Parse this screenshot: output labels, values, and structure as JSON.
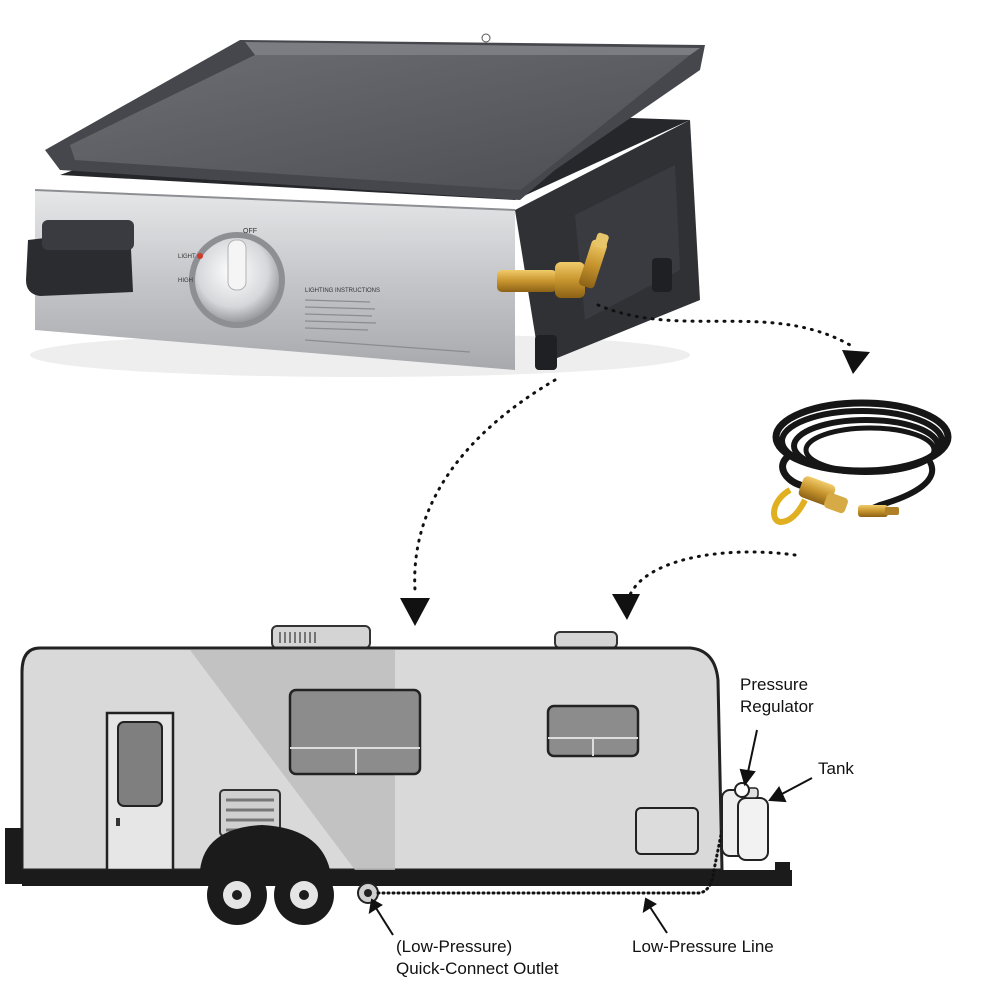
{
  "labels": {
    "pressure_regulator_line1": "Pressure",
    "pressure_regulator_line2": "Regulator",
    "tank": "Tank",
    "outlet_line1": "(Low-Pressure)",
    "outlet_line2": "Quick-Connect Outlet",
    "low_pressure_line": "Low-Pressure Line"
  },
  "griddle": {
    "dial_label": "OFF",
    "dial_marks": [
      "LIGHT",
      "HIGH"
    ],
    "panel_title": "LIGHTING INSTRUCTIONS"
  },
  "colors": {
    "griddle_plate": "#5b5d62",
    "griddle_body": "#3a3c40",
    "steel_panel": "#c9cbce",
    "brass_fitting": "#c8952e",
    "hose": "#1a1a1a",
    "hose_cap": "#e0b020",
    "rv_body": "#d8d8d8",
    "rv_shadow": "#b5b5b5",
    "rv_window": "#8a8a8a",
    "connector_dots": "#111111"
  },
  "icons": [
    "knob-icon",
    "hose-icon",
    "tank-icon",
    "wheel-icon",
    "arrow-icon"
  ]
}
